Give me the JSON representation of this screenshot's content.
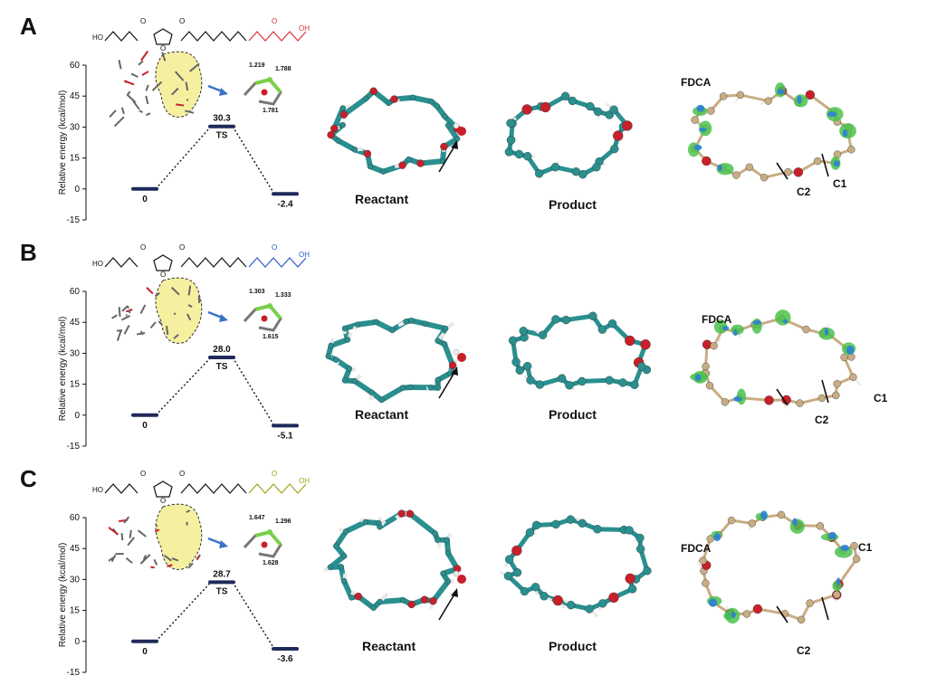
{
  "panels": [
    {
      "label": "A",
      "chart_data": {
        "type": "line",
        "ylabel": "Relative energy (kcal/mol)",
        "ylim": [
          -15,
          60
        ],
        "yticks": [
          60,
          45,
          30,
          15,
          0,
          -15
        ],
        "points": [
          {
            "name": "",
            "value": 0,
            "label": "0"
          },
          {
            "name": "TS",
            "value": 30.3,
            "label": "30.3"
          },
          {
            "name": "",
            "value": -2.4,
            "label": "-2.4"
          }
        ]
      },
      "ts_distances": [
        "1.219",
        "1.788",
        "1.781"
      ],
      "reactant_label": "Reactant",
      "product_label": "Product",
      "fdca_label": "FDCA",
      "c1_label": "C1",
      "c2_label": "C2"
    },
    {
      "label": "B",
      "chart_data": {
        "type": "line",
        "ylabel": "Relative energy (kcal/mol)",
        "ylim": [
          -15,
          60
        ],
        "yticks": [
          60,
          45,
          30,
          15,
          0,
          -15
        ],
        "points": [
          {
            "name": "",
            "value": 0,
            "label": "0"
          },
          {
            "name": "TS",
            "value": 28.0,
            "label": "28.0"
          },
          {
            "name": "",
            "value": -5.1,
            "label": "-5.1"
          }
        ]
      },
      "ts_distances": [
        "1.303",
        "1.333",
        "1.615"
      ],
      "reactant_label": "Reactant",
      "product_label": "Product",
      "fdca_label": "FDCA",
      "c1_label": "C1",
      "c2_label": "C2"
    },
    {
      "label": "C",
      "chart_data": {
        "type": "line",
        "ylabel": "Relative energy (kcal/mol)",
        "ylim": [
          -15,
          60
        ],
        "yticks": [
          60,
          45,
          30,
          15,
          0,
          -15
        ],
        "points": [
          {
            "name": "",
            "value": 0,
            "label": "0"
          },
          {
            "name": "TS",
            "value": 28.7,
            "label": "28.7"
          },
          {
            "name": "",
            "value": -3.6,
            "label": "-3.6"
          }
        ]
      },
      "ts_distances": [
        "1.647",
        "1.296",
        "1.628"
      ],
      "reactant_label": "Reactant",
      "product_label": "Product",
      "fdca_label": "FDCA",
      "c1_label": "C1",
      "c2_label": "C2"
    }
  ],
  "colors": {
    "level": "#1f2a5a",
    "acid_a": "#e03030",
    "acid_b": "#2a5cc8",
    "acid_c": "#a3a31a",
    "carbon_teal": "#2a8f8f",
    "oxygen": "#c8202a",
    "hydrogen": "#e8e8e8",
    "carbon_tan": "#c8ad84",
    "isosurface_green": "#4cc24c",
    "isosurface_blue": "#2c7fd6",
    "highlight": "#f5f0a0",
    "ts_bond": "#7ad04a",
    "arrow_blue": "#3a72c4"
  }
}
